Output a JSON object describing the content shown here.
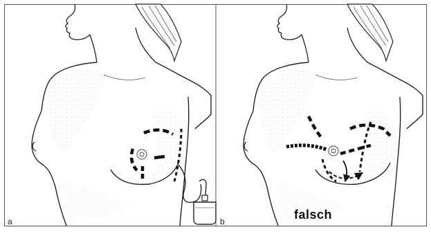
{
  "panels": [
    {
      "label": "a",
      "caption": ""
    },
    {
      "label": "b",
      "caption": "falsch"
    }
  ]
}
